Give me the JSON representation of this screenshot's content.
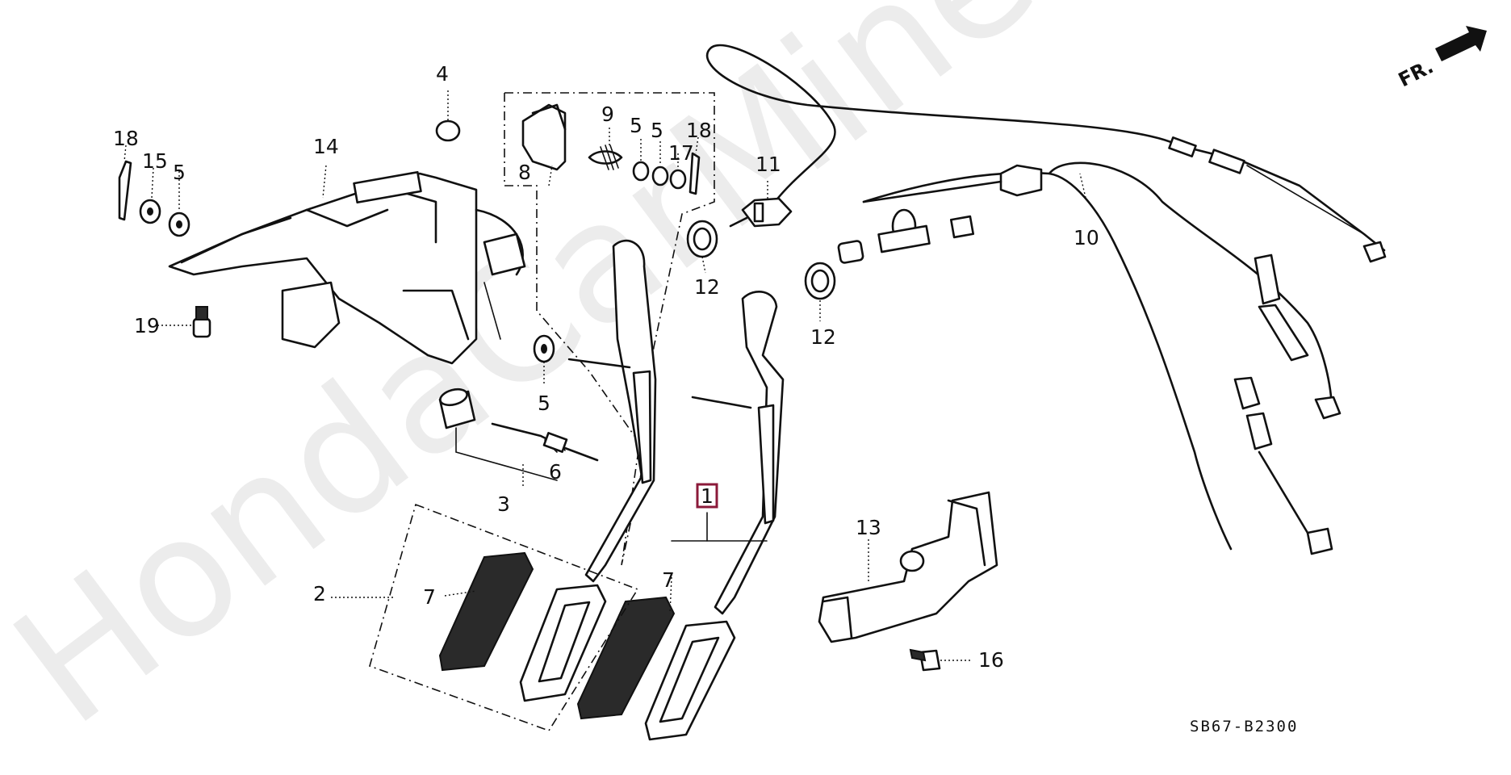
{
  "watermark": "HondaCarMine.ru",
  "direction_label": "FR.",
  "diagram_code": "SB67-B2300",
  "highlighted_callout": "1",
  "callouts": {
    "c1": "1",
    "c2": "2",
    "c3": "3",
    "c4": "4",
    "c5a": "5",
    "c5b": "5",
    "c5c": "5",
    "c5d": "5",
    "c6": "6",
    "c7a": "7",
    "c7b": "7",
    "c8": "8",
    "c9": "9",
    "c10": "10",
    "c11": "11",
    "c12a": "12",
    "c12b": "12",
    "c13": "13",
    "c14": "14",
    "c15": "15",
    "c16": "16",
    "c17": "17",
    "c18a": "18",
    "c18b": "18",
    "c19": "19"
  }
}
